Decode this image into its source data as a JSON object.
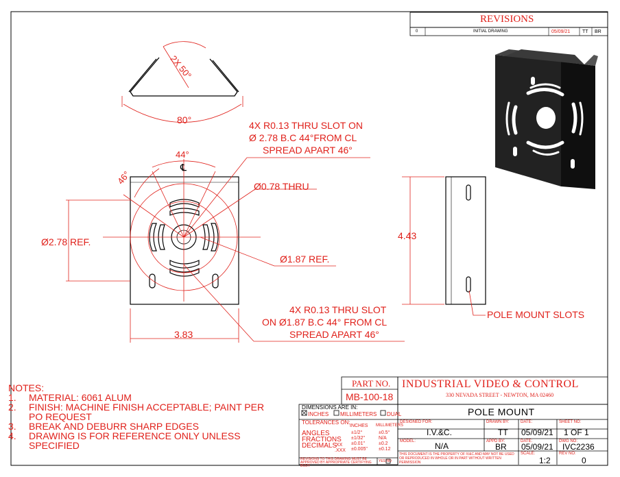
{
  "revisions": {
    "title": "REVISIONS",
    "row": {
      "rev": "0",
      "description": "INITIAL DRAWING",
      "date": "05/09/21",
      "by": "TT",
      "appd": "BR"
    }
  },
  "dimensions": {
    "slot_angle": "2X 50°",
    "bend_angle": "80°",
    "slots_outer_callout": [
      "4X R0.13 THRU SLOT ON",
      "Ø 2.78 B.C 44°FROM CL",
      "SPREAD APART 46°"
    ],
    "angle_44": "44°",
    "angle_46": "46°",
    "cl_symbol": "℄",
    "center_hole": "Ø0.78 THRU",
    "bc_ref": "Ø2.78 REF.",
    "bc_inner": "Ø1.87 REF.",
    "slots_inner_callout": [
      "4X R0.13 THRU SLOT",
      "ON  Ø1.87 B.C 44° FROM CL",
      "SPREAD APART 46°"
    ],
    "width": "3.83",
    "height": "4.43",
    "pole_mount_slots": "POLE MOUNT SLOTS"
  },
  "notes": {
    "title": "NOTES:",
    "items": [
      {
        "num": "1.",
        "text": "MATERIAL: 6061 ALUM"
      },
      {
        "num": "2.",
        "text": "FINISH: MACHINE FINISH ACCEPTABLE; PAINT PER"
      },
      {
        "num": "",
        "text": "PO REQUEST"
      },
      {
        "num": "3.",
        "text": "BREAK AND DEBURR SHARP EDGES"
      },
      {
        "num": "4.",
        "text": "DRAWING IS FOR REFERENCE ONLY UNLESS"
      },
      {
        "num": "",
        "text": "SPECIFIED"
      }
    ]
  },
  "title_block": {
    "part_no_label": "PART NO.",
    "part_no": "MB-100-18",
    "company": "INDUSTRIAL VIDEO & CONTROL",
    "address": "330 NEVADA STREET - NEWTON, MA 02460",
    "title": "POLE MOUNT",
    "dims_in": "DIMENSIONS ARE IN:",
    "opt_inches": "INCHES",
    "opt_mm": "MILLIMETERS",
    "opt_dual": "DUAL",
    "tolerances_on": "TOLERANCES ON:",
    "col_inches": "INCHES",
    "col_mm": "MILLIMETERS",
    "tol_labels": [
      "ANGLES",
      "FRACTIONS",
      "DECIMALS"
    ],
    "dec_labels": [
      ".XX",
      ".XXX"
    ],
    "tol_in": [
      "±1/2°",
      "±1/32\"",
      "±0.01\"",
      "±0.005\""
    ],
    "tol_mm": [
      "±0.5°",
      "N/A",
      "±0.2",
      "±0.12"
    ],
    "rev_note": "REVISIONS TO THIS DRAWING MUST BE APPROVED BY APPROPRIATE CERTIFYING BODY",
    "yes_no": "YES  NO",
    "designed_for_label": "DESIGNED FOR:",
    "designed_for": "I.V.&C.",
    "drawn_by_label": "DRAWN BY:",
    "drawn_by": "TT",
    "date_label": "DATE:",
    "date": "05/09/21",
    "sheet_label": "SHEET NO:",
    "sheet": "1  OF  1",
    "model_label": "MODEL:",
    "model": "N/A",
    "appd_label": "APPD BY:",
    "appd": "BR",
    "date2": "05/09/21",
    "dwg_label": "DWG NO:",
    "dwg": "IVC2236",
    "property_note": "THIS DOCUMENT IS THE PROPERTY OF IV&C AND MAY NOT BE USED OR REPRODUCED IN WHOLE OR IN PART WITHOUT WRITTEN PERMISSION",
    "scale_label": "SCALE:",
    "scale": "1:2",
    "rev_label": "REV NO:",
    "rev": "0"
  },
  "colors": {
    "annotation": "#e0201a",
    "line": "#000000",
    "part_fill": "#1a1a1a"
  }
}
